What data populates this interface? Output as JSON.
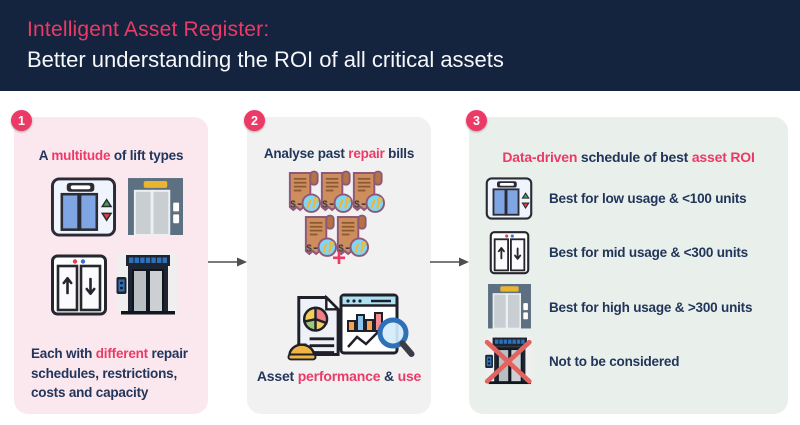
{
  "header": {
    "title": "Intelligent Asset Register:",
    "subtitle": "Better understanding the ROI of all critical assets"
  },
  "steps": {
    "s1": {
      "number": "1",
      "title": [
        {
          "t": "A ",
          "c": "navy"
        },
        {
          "t": "multitude",
          "c": "pink"
        },
        {
          "t": " of lift types",
          "c": "navy"
        }
      ],
      "icons": [
        "lift-blue",
        "lift-gray",
        "lift-white-arrows",
        "lift-dark"
      ],
      "caption": [
        {
          "t": "Each with ",
          "c": "navy"
        },
        {
          "t": "different",
          "c": "pink"
        },
        {
          "t": " repair schedules, restrictions, costs and capacity",
          "c": "navy"
        }
      ]
    },
    "s2": {
      "number": "2",
      "title": [
        {
          "t": "Analyse past ",
          "c": "navy"
        },
        {
          "t": "repair",
          "c": "pink"
        },
        {
          "t": " bills",
          "c": "navy"
        }
      ],
      "repair_bill_count": 5,
      "plus": "+",
      "icons": [
        "repair-bill",
        "report-piechart-hardhat",
        "analytics-magnifier"
      ],
      "caption": [
        {
          "t": "Asset ",
          "c": "navy"
        },
        {
          "t": "performance",
          "c": "pink"
        },
        {
          "t": " & ",
          "c": "navy"
        },
        {
          "t": "use",
          "c": "pink"
        }
      ]
    },
    "s3": {
      "number": "3",
      "title": [
        {
          "t": "Data-driven",
          "c": "pink"
        },
        {
          "t": " schedule of best ",
          "c": "navy"
        },
        {
          "t": "asset ROI",
          "c": "pink"
        }
      ],
      "rows": [
        {
          "icon": "lift-blue",
          "label": "Best for low usage & <100 units"
        },
        {
          "icon": "lift-white-arrows",
          "label": "Best for mid usage & <300 units"
        },
        {
          "icon": "lift-gray",
          "label": "Best for high usage & >300 units"
        },
        {
          "icon": "lift-dark-crossed",
          "label": "Not to be considered"
        }
      ]
    }
  },
  "colors": {
    "header_bg": "#14243E",
    "accent_pink": "#EC3A67",
    "text_navy": "#22355A",
    "panel1_bg": "#FBE7EE",
    "panel2_bg": "#F1F1F2",
    "panel3_bg": "#E9EFEA",
    "arrow": "#4F4F4F"
  }
}
